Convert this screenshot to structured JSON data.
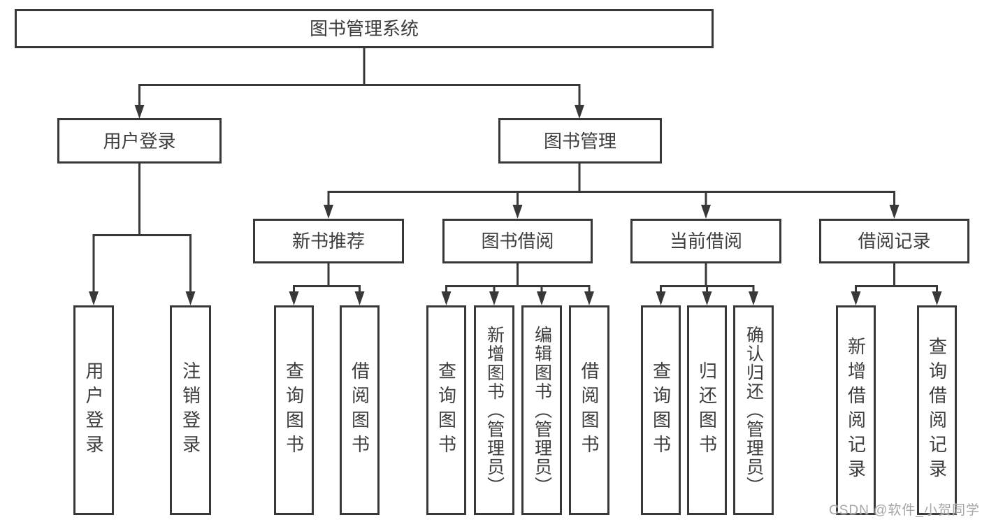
{
  "diagram": {
    "root": {
      "label": "图书管理系统"
    },
    "level2": [
      {
        "label": "用户登录"
      },
      {
        "label": "图书管理"
      }
    ],
    "level3": [
      {
        "label": "新书推荐"
      },
      {
        "label": "图书借阅"
      },
      {
        "label": "当前借阅"
      },
      {
        "label": "借阅记录"
      }
    ],
    "leaves": {
      "user": [
        "用户登录",
        "注销登录"
      ],
      "recommend": [
        "查询图书",
        "借阅图书"
      ],
      "borrow": [
        "查询图书",
        "新增图书（管理员）",
        "编辑图书（管理员）",
        "借阅图书"
      ],
      "current": [
        "查询图书",
        "归还图书",
        "确认归还（管理员）"
      ],
      "records": [
        "新增借阅记录",
        "查询借阅记录"
      ]
    },
    "colors": {
      "line": "#383838",
      "border": "#383838",
      "text": "#3d3d3d",
      "background": "#ffffff",
      "watermark_gray": "#a6a6a6"
    }
  },
  "watermark": {
    "text": "CSDN @软件_小贺同学"
  }
}
